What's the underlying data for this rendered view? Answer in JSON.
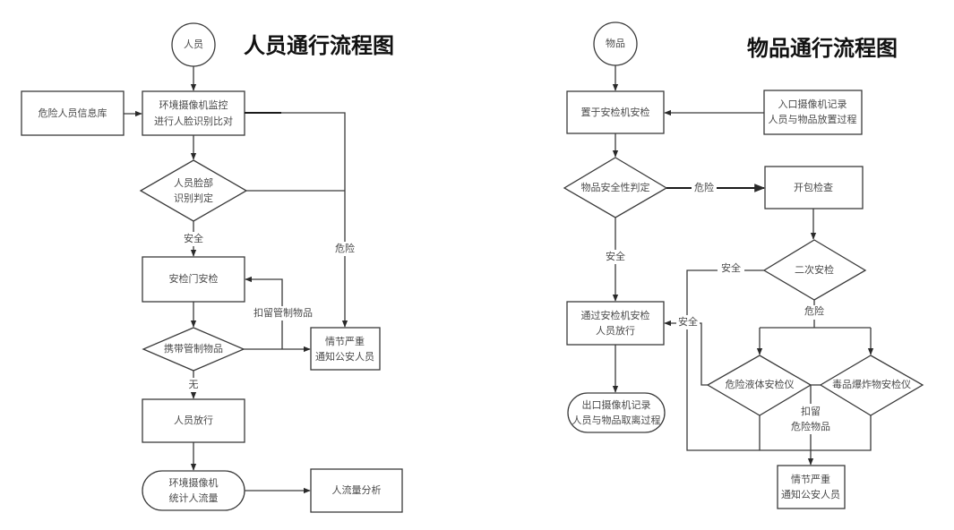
{
  "personnel_flow": {
    "title": "人员通行流程图",
    "start": "人员",
    "danger_db": "危险人员信息库",
    "camera_monitor": [
      "环境摄像机监控",
      "进行人脸识别比对"
    ],
    "face_decision": [
      "人员脸部",
      "识别判定"
    ],
    "gate_check": "安检门安检",
    "contraband_decision": "携带管制物品",
    "serious": [
      "情节严重",
      "通知公安人员"
    ],
    "release": "人员放行",
    "count_terminal": [
      "环境摄像机",
      "统计人流量"
    ],
    "flow_analysis": "人流量分析",
    "labels": {
      "safe": "安全",
      "danger": "危险",
      "detain": "扣留管制物品",
      "none": "无"
    }
  },
  "goods_flow": {
    "title": "物品通行流程图",
    "start": "物品",
    "place_check": "置于安检机安检",
    "entry_camera": [
      "入口摄像机记录",
      "人员与物品放置过程"
    ],
    "safety_decision": "物品安全性判定",
    "open_bag": "开包检查",
    "second_check": "二次安检",
    "pass": [
      "通过安检机安检",
      "人员放行"
    ],
    "exit_terminal": [
      "出口摄像机记录",
      "人员与物品取离过程"
    ],
    "liquid_check": "危险液体安检仪",
    "explosive_check": "毒品爆炸物安检仪",
    "serious": [
      "情节严重",
      "通知公安人员"
    ],
    "labels": {
      "danger": "危险",
      "safe": "安全",
      "safe2": "安全",
      "danger2": "危险",
      "safe3": "安全",
      "detain": [
        "扣留",
        "危险物品"
      ]
    }
  }
}
